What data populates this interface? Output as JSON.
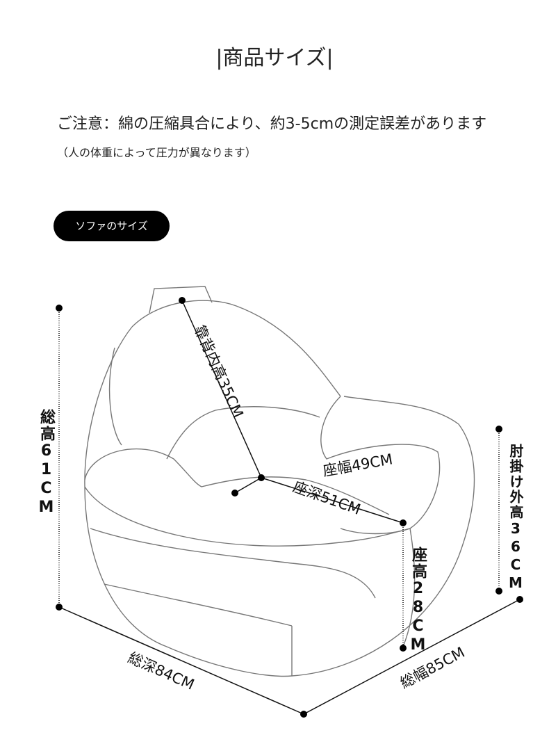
{
  "header": {
    "title": "|商品サイズ|"
  },
  "notice": {
    "main": "ご注意：綿の圧縮具合により、約3-5cmの測定誤差があります",
    "sub": "（人の体重によって圧力が異なります）"
  },
  "section_pill": "ソファのサイズ",
  "dimensions": {
    "total_height": "総高61CM",
    "backrest_inner_height": "靠背内高35CM",
    "seat_width": "座幅49CM",
    "seat_depth": "座深51CM",
    "seat_height": "座高28CM",
    "armrest_height": "肘掛け外高36CM",
    "total_depth": "総深84CM",
    "total_width": "総幅85CM"
  }
}
